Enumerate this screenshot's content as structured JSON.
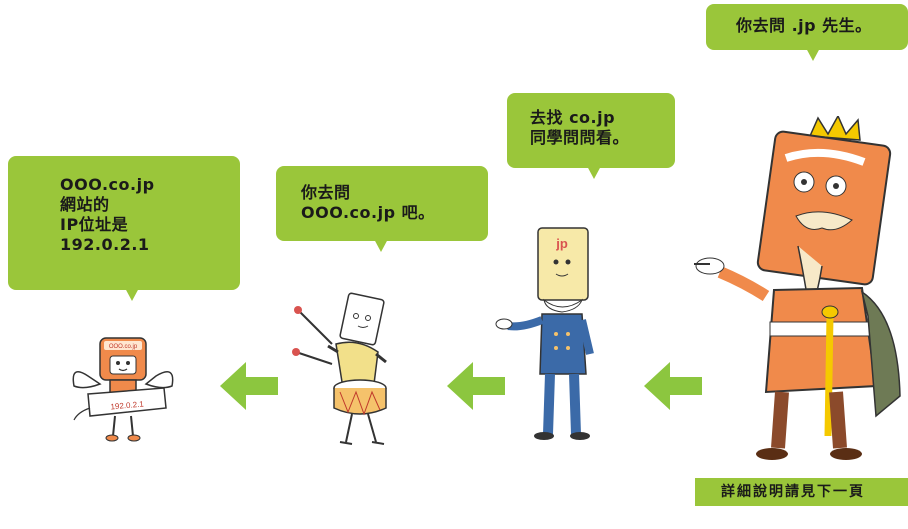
{
  "bubbles": {
    "king": {
      "line1": "你去問 .jp 先生。"
    },
    "jp": {
      "line1": "去找 co.jp",
      "line2": "同學問問看。"
    },
    "cojp": {
      "line1": "你去問",
      "line2": "OOO.co.jp 吧。"
    },
    "site": {
      "line1": "OOO.co.jp",
      "line2": "網站的",
      "line3": "IP位址是",
      "line4": "192.0.2.1"
    }
  },
  "ip_tag_text": "192.0.2.1",
  "site_sign_text": "OOO.co.jp",
  "jp_book_text": "jp",
  "footer_text": "詳細說明請見下一頁",
  "colors": {
    "accent": "#9ac63a",
    "arrow": "#8cc63f",
    "king_orange": "#f08a4b"
  }
}
